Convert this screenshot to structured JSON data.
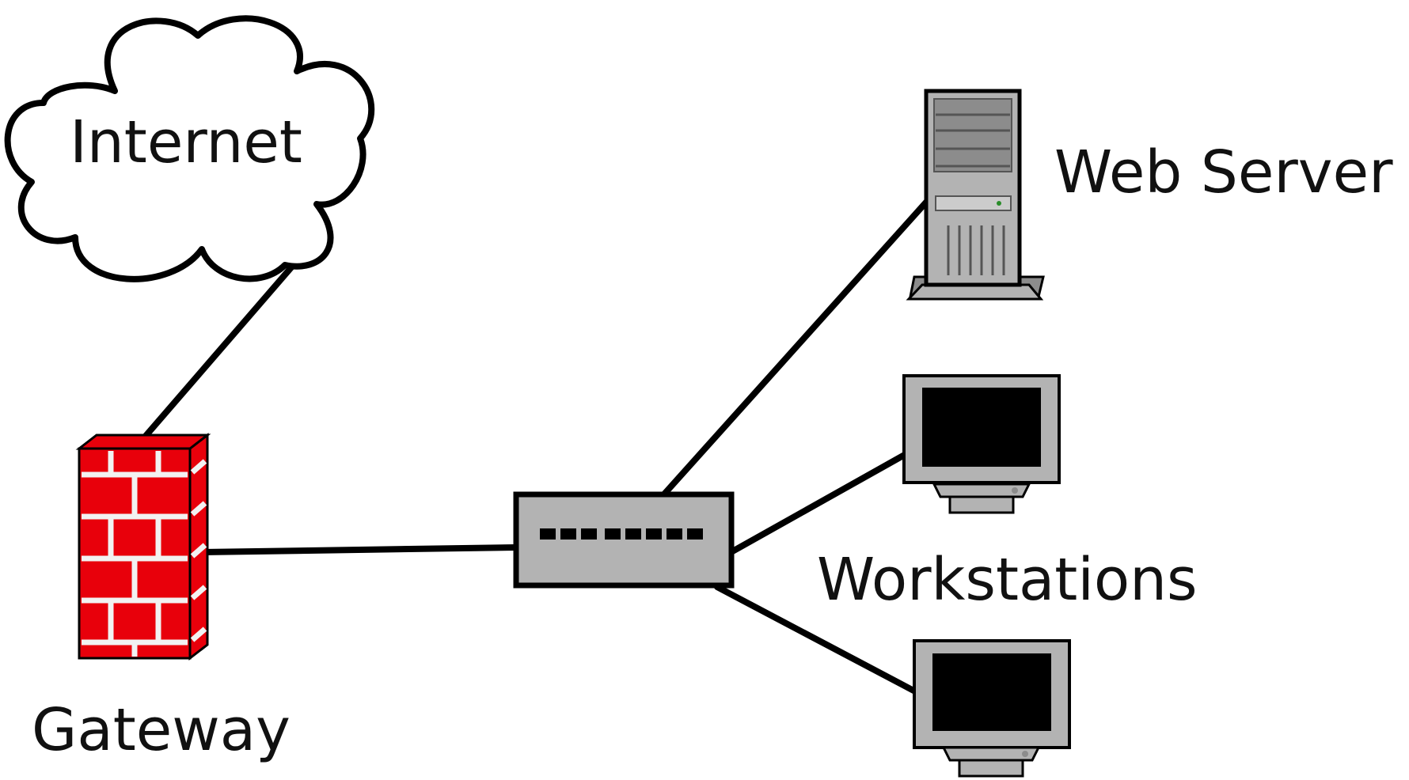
{
  "labels": {
    "internet": "Internet",
    "gateway": "Gateway",
    "web_server": "Web Server",
    "workstations": "Workstations"
  },
  "icons": {
    "internet": "cloud-icon",
    "gateway": "firewall-icon",
    "switch": "network-switch-icon",
    "web_server": "server-tower-icon",
    "workstation": "monitor-icon"
  },
  "colors": {
    "firewall_brick": "#e8000b",
    "firewall_mortar": "#f2f2f2",
    "device_gray": "#b3b3b3",
    "device_dark_gray": "#8c8c8c",
    "screen": "#000000",
    "line": "#000000",
    "text": "#111111"
  },
  "connections": [
    {
      "from": "internet",
      "to": "gateway"
    },
    {
      "from": "gateway",
      "to": "switch"
    },
    {
      "from": "switch",
      "to": "web_server"
    },
    {
      "from": "switch",
      "to": "workstation-1"
    },
    {
      "from": "switch",
      "to": "workstation-2"
    }
  ]
}
